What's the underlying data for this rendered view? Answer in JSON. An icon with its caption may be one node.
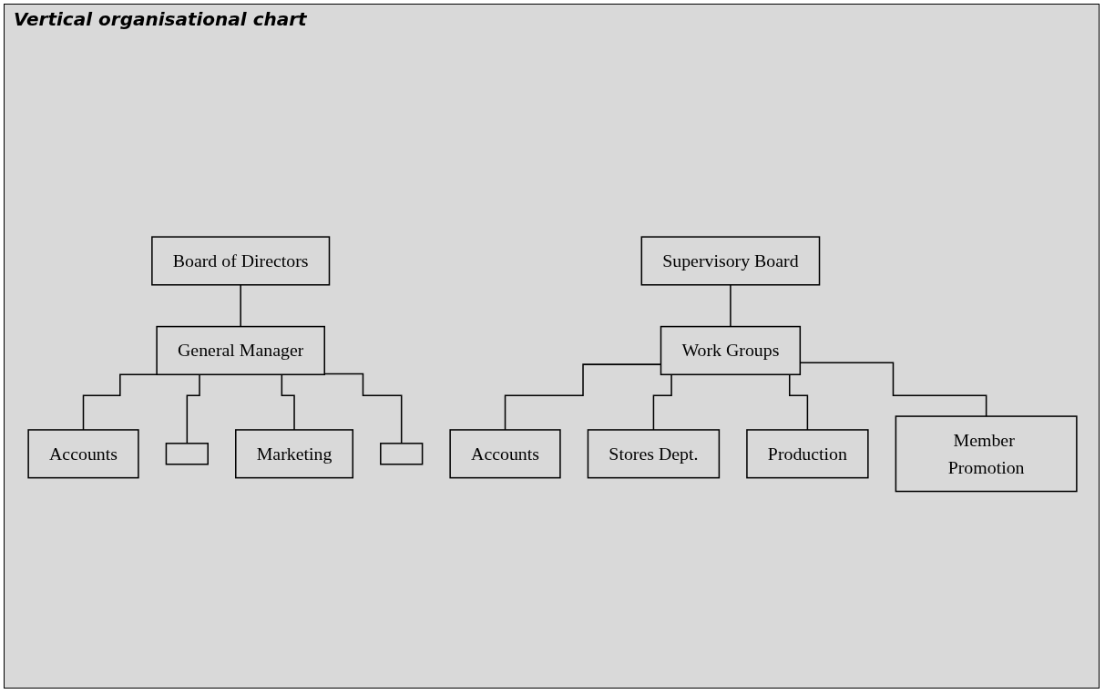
{
  "diagram": {
    "title": "Vertical organisational chart",
    "nodes": [
      {
        "text": [
          "Board of Directors"
        ]
      },
      {
        "text": [
          "General Manager"
        ]
      },
      {
        "text": [
          "Accounts"
        ]
      },
      {
        "text": [
          "Marketing"
        ]
      },
      {
        "text": [],
        "shape": "box"
      },
      {
        "text": [],
        "shape": "box"
      },
      {
        "text": [
          "Supervisory Board"
        ]
      },
      {
        "text": [
          "Work Groups"
        ]
      },
      {
        "text": [
          "Accounts"
        ]
      },
      {
        "text": [
          "Production"
        ]
      },
      {
        "text": [
          "Stores Dept."
        ]
      },
      {
        "text": [
          "Member Promotion"
        ]
      }
    ],
    "edges": [
      {
        "from": 0,
        "to": 1,
        "arrow": "none"
      },
      {
        "from": 1,
        "to": 2,
        "arrow": "none"
      },
      {
        "from": 1,
        "to": 4,
        "arrow": "none"
      },
      {
        "from": 1,
        "to": 3,
        "arrow": "none"
      },
      {
        "from": 1,
        "to": 5,
        "arrow": "none"
      },
      {
        "from": 6,
        "to": 7,
        "arrow": "none"
      },
      {
        "from": 7,
        "to": 8,
        "arrow": "none"
      },
      {
        "from": 7,
        "to": 10,
        "arrow": "none"
      },
      {
        "from": 7,
        "to": 9,
        "arrow": "none"
      },
      {
        "from": 7,
        "to": 11,
        "arrow": "none"
      }
    ]
  }
}
